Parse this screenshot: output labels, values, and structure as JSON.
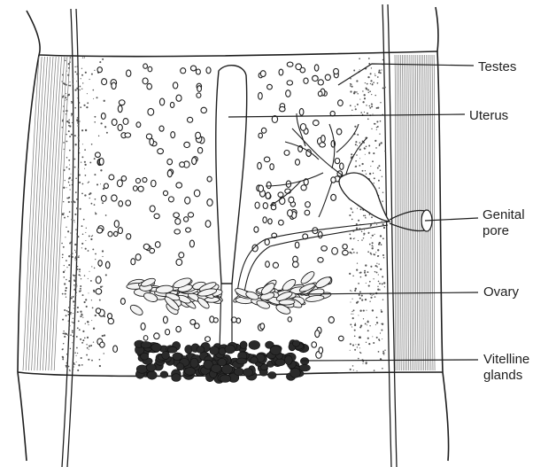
{
  "colors": {
    "paper": "#ffffff",
    "ink": "#1e1e1e",
    "gland_fill": "#2a2a2a",
    "ovary_fill": "#f4f4f4"
  },
  "labels": {
    "testes": "Testes",
    "uterus": "Uterus",
    "genital_pore_line1": "Genital",
    "genital_pore_line2": "pore",
    "ovary": "Ovary",
    "vitelline_line1": "Vitelline",
    "vitelline_line2": "glands"
  }
}
